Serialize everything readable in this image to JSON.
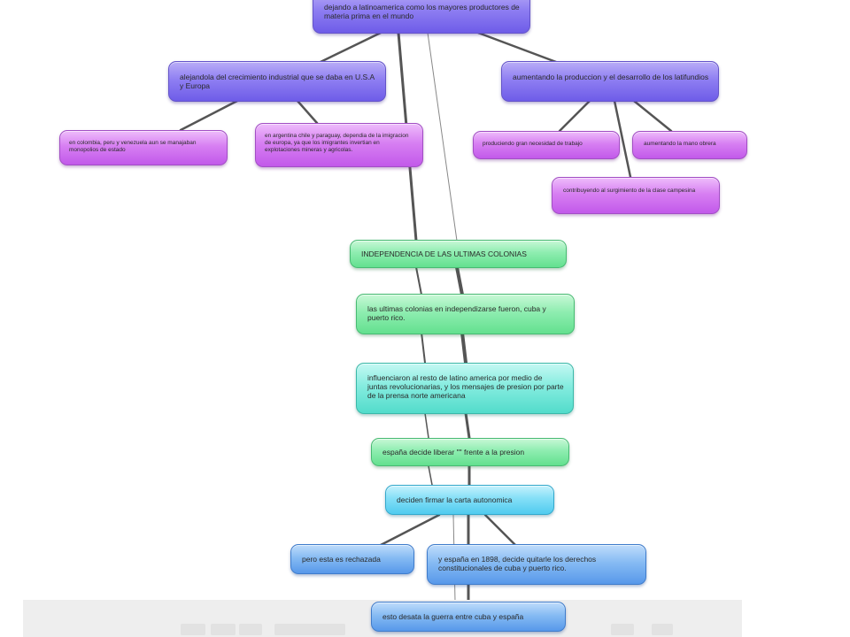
{
  "colors": {
    "violet": "#7e6cec",
    "magenta": "#cf6ff0",
    "green": "#6fe49a",
    "aqua": "#60e0d0",
    "cyan": "#5cd0f0",
    "blue": "#64a2ec",
    "connector": "#555555"
  },
  "nodes": {
    "top_partial": "dejando a latinoamerica como los mayores productores de materia prima en el mundo",
    "crecimiento_industrial": "alejandola del crecimiento industrial que se daba en U.S.A y Europa",
    "aumentando_produccion": "aumentando la produccion y el desarrollo de los latifundios",
    "monopolios": "en colombia, peru y venezuela aun se manajaban monopolios de estado",
    "argentina_chile": "en argentina chile y paraguay, dependia de la imigracion de europa, ya que los imigrantes invertian en explotaciones mineras y agricolas.",
    "necesidad_trabajo": "produciendo gran necesidad de trabajo",
    "mano_obrera": "aumentando la mano obrera",
    "clase_campesina": "contribuyendo al surgimiento de la clase campesina",
    "independencia": "INDEPENDENCIA DE LAS ULTIMAS COLONIAS",
    "ultimas_colonias": "las ultimas colonias en independizarse fueron, cuba y puerto rico.",
    "influenciaron": "influenciaron al resto de latino america por medio de juntas revolucionarias, y los mensajes de presion por parte de la prensa norte americana",
    "espana_liberar": "españa decide liberar \"\" frente a la presion",
    "carta_autonomica": "deciden firmar la carta autonomica",
    "rechazada": "pero esta es rechazada",
    "espana_1898": "y españa en 1898, decide quitarle los derechos constitucionales de cuba y puerto rico.",
    "guerra": "esto desata la guerra entre cuba y españa"
  }
}
